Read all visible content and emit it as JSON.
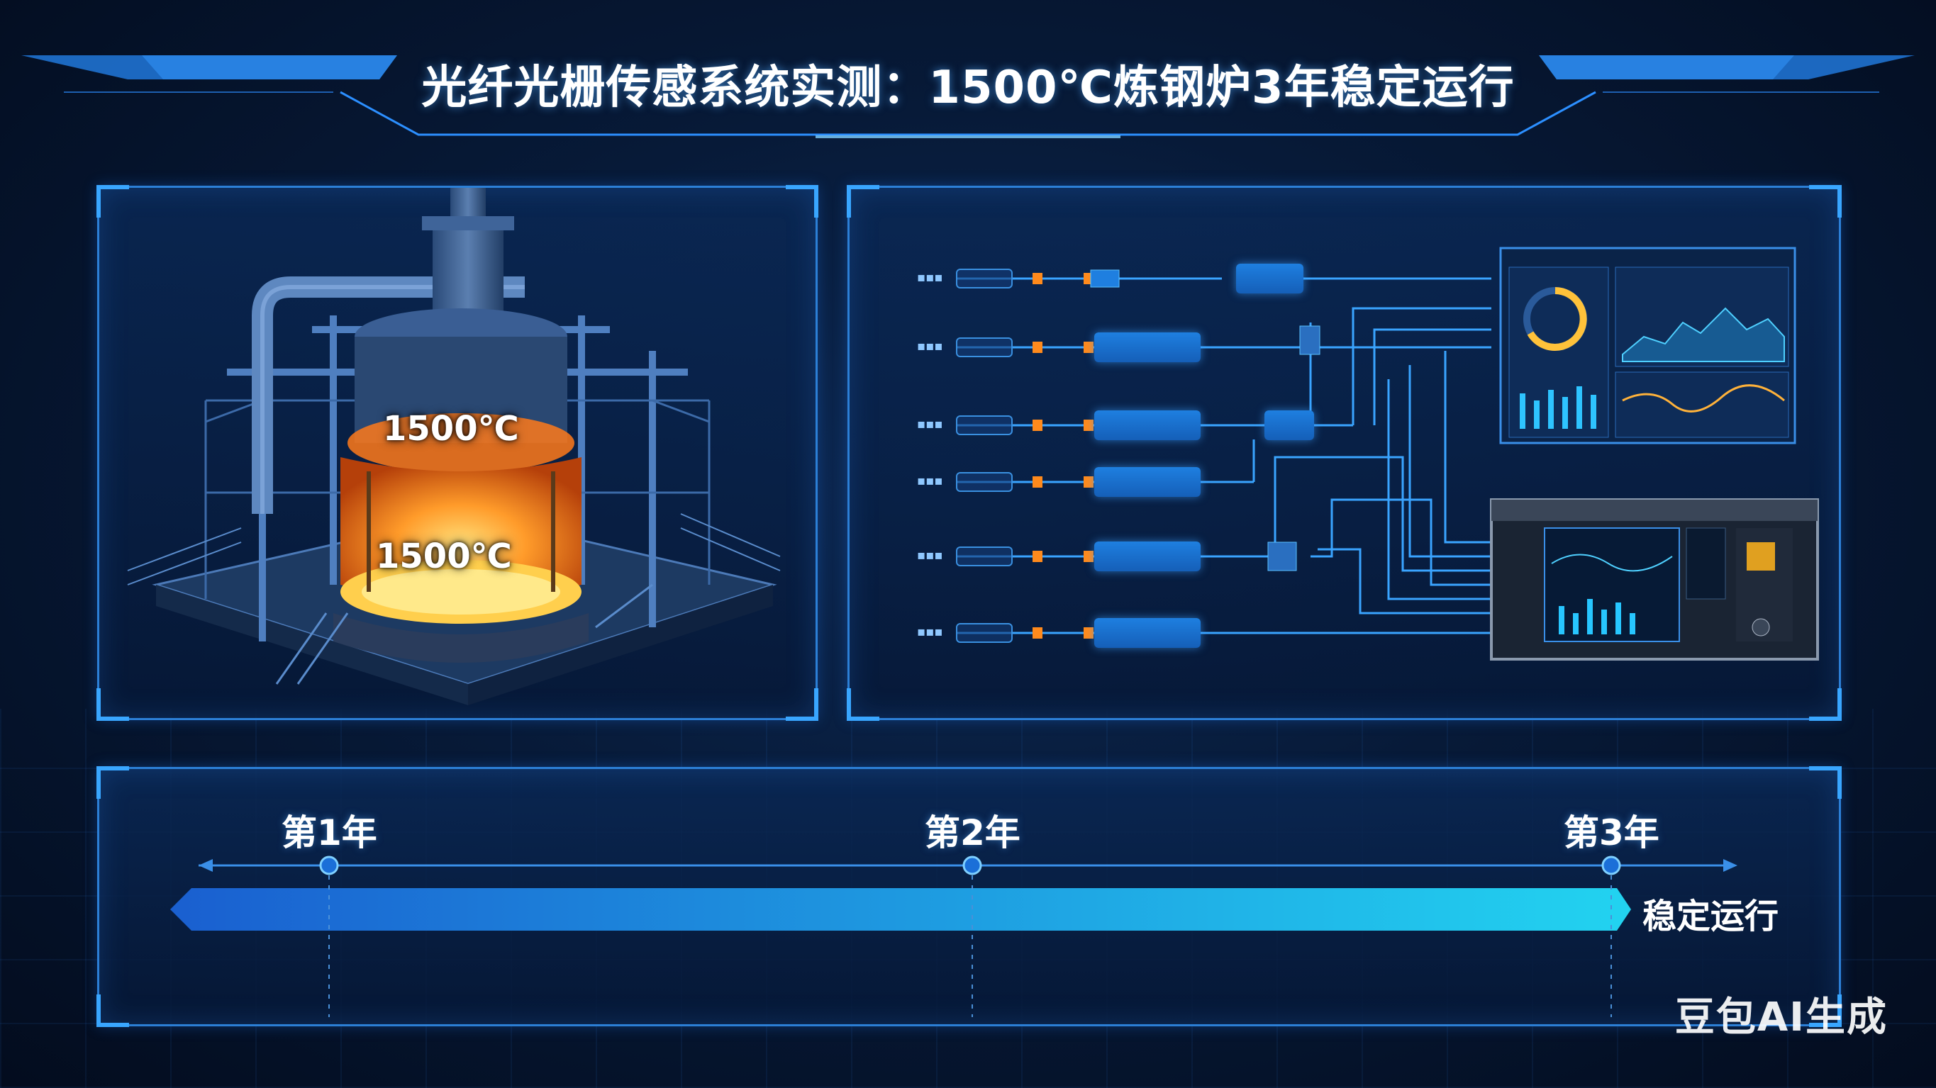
{
  "title": "光纤光栅传感系统实测：1500℃炼钢炉3年稳定运行",
  "furnace": {
    "temp_upper": "1500℃",
    "temp_lower": "1500℃"
  },
  "timeline": {
    "years": [
      "第1年",
      "第2年",
      "第3年"
    ],
    "status": "稳定运行"
  },
  "watermark": "豆包AI生成",
  "colors": {
    "accent": "#2c7fd6",
    "glow": "#39a6ff",
    "bar_start": "#1a5fd0",
    "bar_end": "#22d3f0",
    "molten": "#ff8a1c"
  }
}
